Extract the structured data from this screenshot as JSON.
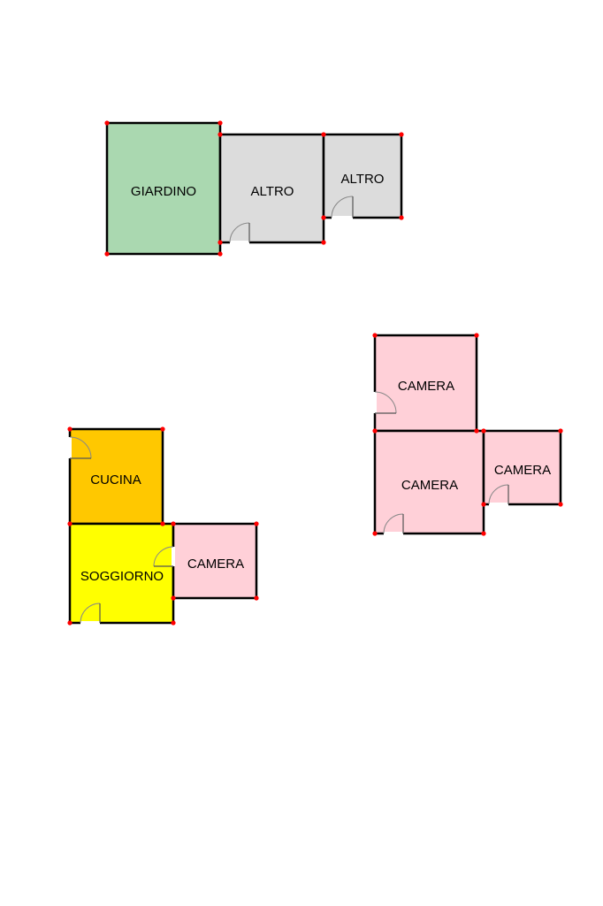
{
  "colors": {
    "garden": "#aad8b0",
    "other": "#dcdcdc",
    "bedroom": "#ffd0d8",
    "kitchen": "#ffc800",
    "living": "#ffff00",
    "wall": "#000000",
    "corner_marker": "#ff0000"
  },
  "groups": [
    {
      "name": "group-top",
      "rooms": [
        {
          "id": "giardino",
          "label": "GIARDINO",
          "color": "garden"
        },
        {
          "id": "altro-1",
          "label": "ALTRO",
          "color": "other"
        },
        {
          "id": "altro-2",
          "label": "ALTRO",
          "color": "other"
        }
      ]
    },
    {
      "name": "group-left",
      "rooms": [
        {
          "id": "cucina",
          "label": "CUCINA",
          "color": "kitchen"
        },
        {
          "id": "soggiorno",
          "label": "SOGGIORNO",
          "color": "living"
        },
        {
          "id": "camera-left",
          "label": "CAMERA",
          "color": "bedroom"
        }
      ]
    },
    {
      "name": "group-right",
      "rooms": [
        {
          "id": "camera-right-top",
          "label": "CAMERA",
          "color": "bedroom"
        },
        {
          "id": "camera-right-mid",
          "label": "CAMERA",
          "color": "bedroom"
        },
        {
          "id": "camera-right-small",
          "label": "CAMERA",
          "color": "bedroom"
        }
      ]
    }
  ]
}
